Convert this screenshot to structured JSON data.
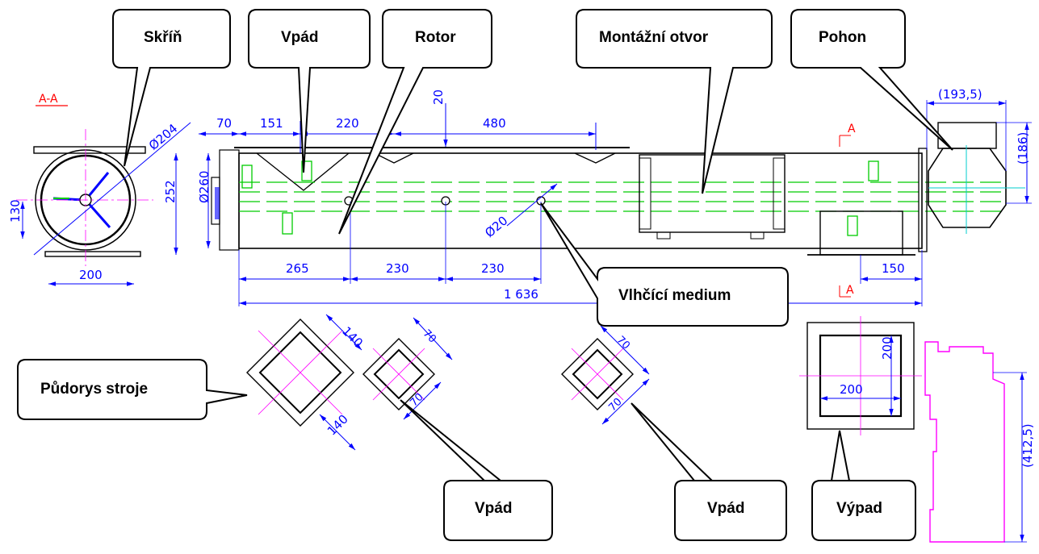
{
  "callouts": {
    "skrin": "Skříň",
    "vpad_top": "Vpád",
    "rotor": "Rotor",
    "montazni_otvor": "Montážní otvor",
    "pohon": "Pohon",
    "vlhcici_medium": "Vlhčící medium",
    "pudorys": "Půdorys stroje",
    "vpad_bottom_1": "Vpád",
    "vpad_bottom_2": "Vpád",
    "vypad": "Výpad"
  },
  "section": {
    "aa_label": "A-A",
    "a_top": "A",
    "a_bottom": "A"
  },
  "dimensions": {
    "d204": "Ø204",
    "d130": "130",
    "d252": "252",
    "d200_left": "200",
    "d260": "Ø260",
    "d70_top": "70",
    "d151": "151",
    "d220": "220",
    "d20_top": "20",
    "d480": "480",
    "d193_5": "(193,5)",
    "d186": "(186)",
    "d265": "265",
    "d230_a": "230",
    "d230_b": "230",
    "d1636": "1 636",
    "d150": "150",
    "d20_hole": "Ø20",
    "d140_a": "140",
    "d140_b": "140",
    "d70_a": "70",
    "d70_b": "70",
    "d70_c": "70",
    "d70_d": "70",
    "d200_v": "200",
    "d200_h": "200",
    "d412_5": "(412,5)"
  },
  "colors": {
    "outline": "#000000",
    "dimension": "#0000ff",
    "centerline": "#ff00ff",
    "rotor": "#00cc00",
    "section": "#ff0000"
  }
}
